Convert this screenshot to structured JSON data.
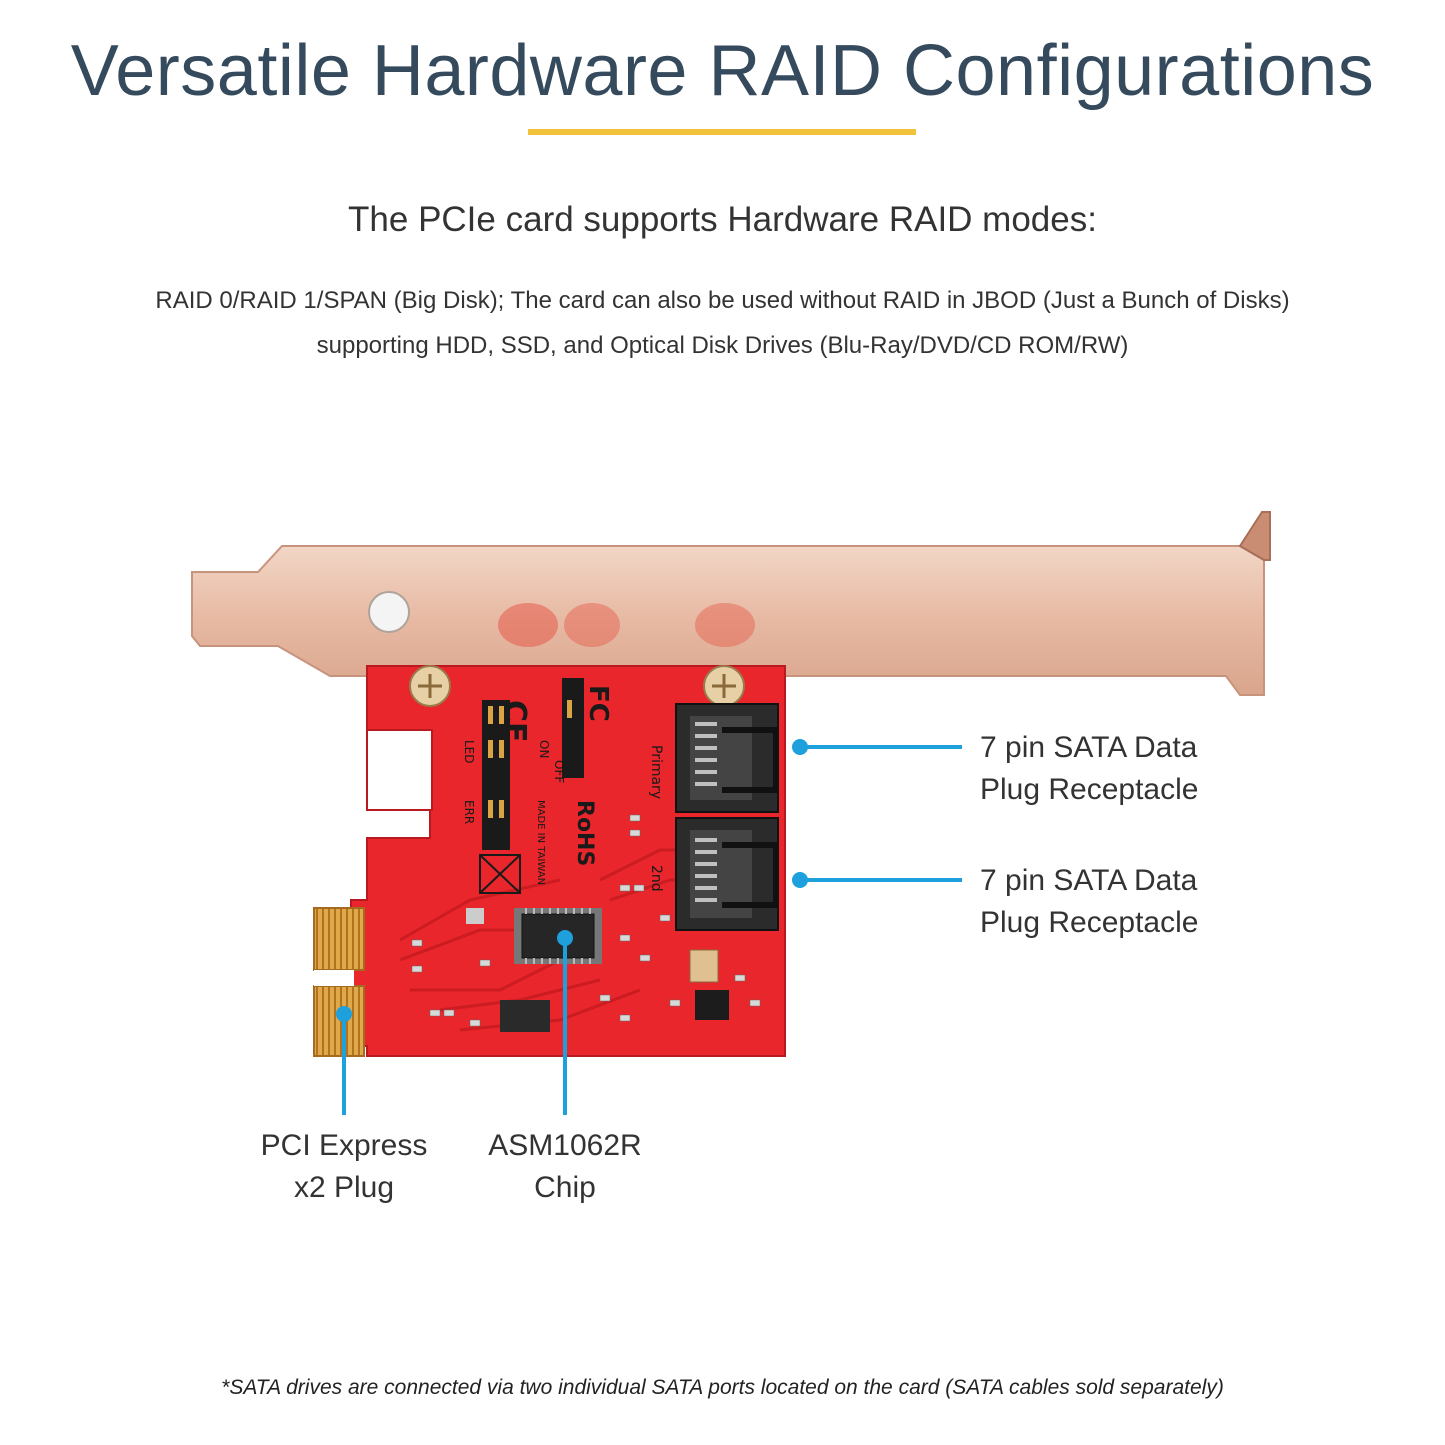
{
  "header": {
    "title": "Versatile Hardware RAID Configurations",
    "accent_color": "#f2c23a"
  },
  "intro": {
    "subtitle": "The PCIe card supports Hardware RAID modes:",
    "line1": "RAID 0/RAID 1/SPAN (Big Disk); The card can also be used without RAID in JBOD (Just a Bunch of Disks)",
    "line2": "supporting HDD, SSD, and Optical Disk Drives (Blu-Ray/DVD/CD ROM/RW)"
  },
  "callouts": {
    "line_color": "#1ea0dc",
    "sata_top": {
      "line1": "7 pin SATA Data",
      "line2": "Plug Receptacle"
    },
    "sata_bottom": {
      "line1": "7 pin SATA Data",
      "line2": "Plug Receptacle"
    },
    "pcie_plug": {
      "line1": "PCI Express",
      "line2": "x2 Plug"
    },
    "chip": {
      "line1": "ASM1062R",
      "line2": "Chip"
    }
  },
  "board_markings": {
    "ce": "CE",
    "fc": "FC",
    "rohs": "RoHS",
    "made_in": "MADE IN TAIWAN",
    "port_primary": "Primary",
    "port_2nd": "2nd",
    "on": "ON",
    "off": "OFF",
    "led": "LED",
    "err": "ERR"
  },
  "footnote": "*SATA drives are connected via two individual SATA ports located on the card (SATA cables sold separately)",
  "colors": {
    "board_red": "#e8262b",
    "bracket": "#e9c2ae",
    "gold": "#d9a441",
    "connector": "#2b2b2b"
  }
}
